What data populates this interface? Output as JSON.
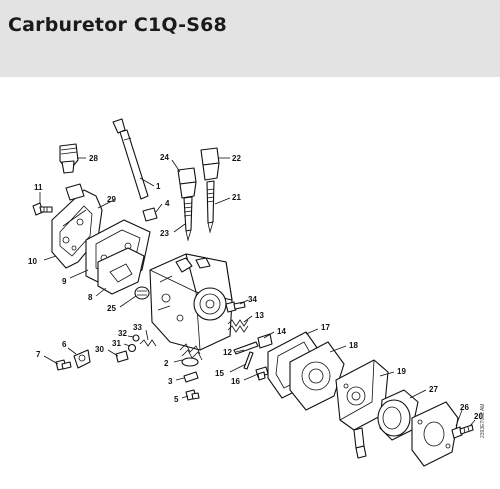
{
  "header": {
    "title": "Carburetor C1Q-S68"
  },
  "ref_code": "2393ET062 AM",
  "parts": [
    {
      "id": "1",
      "label": "1"
    },
    {
      "id": "2",
      "label": "2"
    },
    {
      "id": "3",
      "label": "3"
    },
    {
      "id": "4",
      "label": "4"
    },
    {
      "id": "5",
      "label": "5"
    },
    {
      "id": "6",
      "label": "6"
    },
    {
      "id": "7",
      "label": "7"
    },
    {
      "id": "8",
      "label": "8"
    },
    {
      "id": "9",
      "label": "9"
    },
    {
      "id": "10",
      "label": "10"
    },
    {
      "id": "11",
      "label": "11"
    },
    {
      "id": "12",
      "label": "12"
    },
    {
      "id": "13",
      "label": "13"
    },
    {
      "id": "14",
      "label": "14"
    },
    {
      "id": "15",
      "label": "15"
    },
    {
      "id": "16",
      "label": "16"
    },
    {
      "id": "17",
      "label": "17"
    },
    {
      "id": "18",
      "label": "18"
    },
    {
      "id": "19",
      "label": "19"
    },
    {
      "id": "20",
      "label": "20"
    },
    {
      "id": "21",
      "label": "21"
    },
    {
      "id": "22",
      "label": "22"
    },
    {
      "id": "23",
      "label": "23"
    },
    {
      "id": "24",
      "label": "24"
    },
    {
      "id": "25",
      "label": "25"
    },
    {
      "id": "26",
      "label": "26"
    },
    {
      "id": "27",
      "label": "27"
    },
    {
      "id": "28",
      "label": "28"
    },
    {
      "id": "29",
      "label": "29"
    },
    {
      "id": "30",
      "label": "30"
    },
    {
      "id": "31",
      "label": "31"
    },
    {
      "id": "32",
      "label": "32"
    },
    {
      "id": "33",
      "label": "33"
    },
    {
      "id": "34",
      "label": "34"
    }
  ]
}
